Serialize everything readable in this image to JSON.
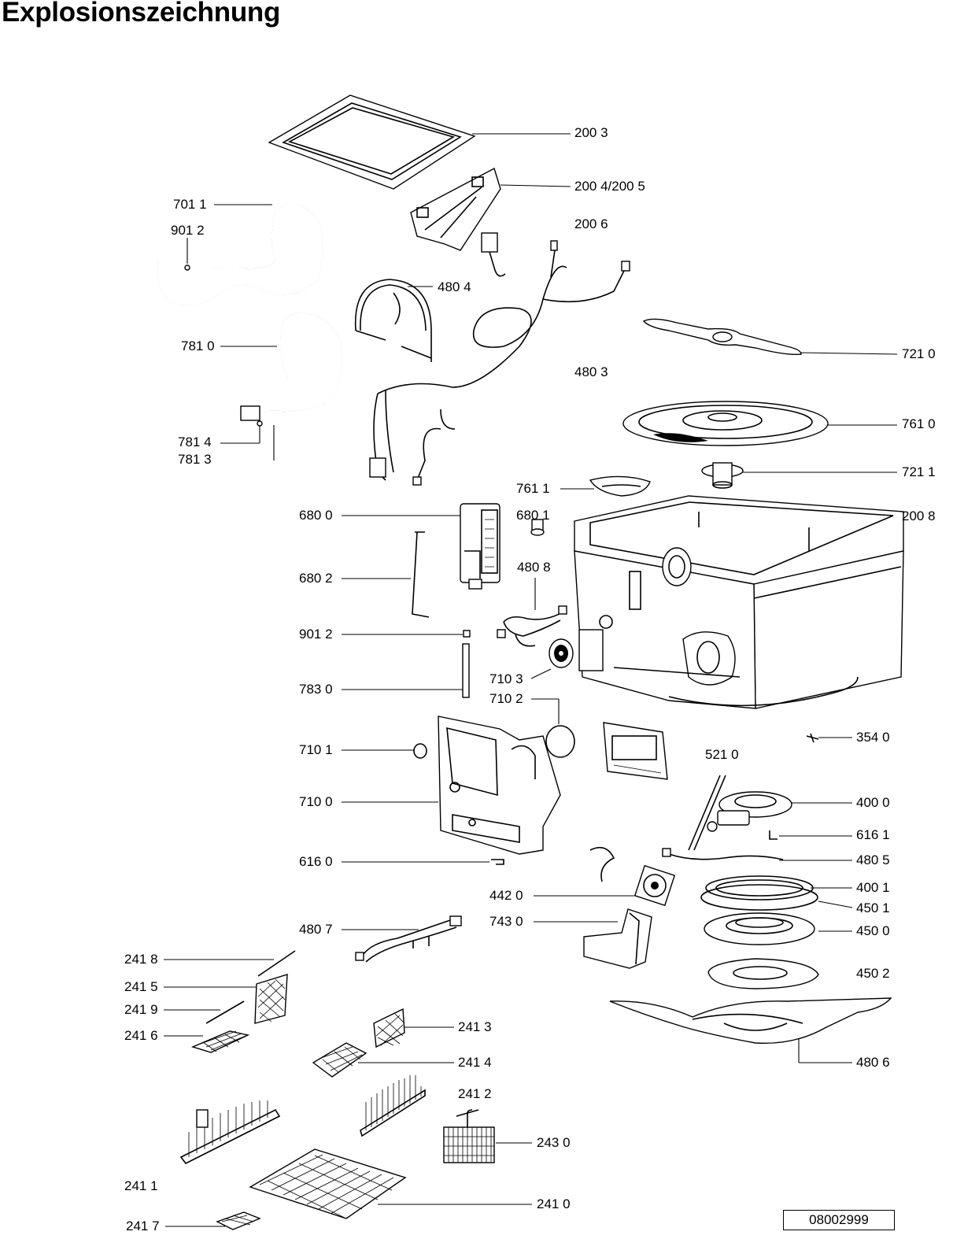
{
  "title": "Explosionszeichnung",
  "reference_number": "08002999",
  "labels": {
    "p2003": "200 3",
    "p2004": "200 4/200 5",
    "p2006": "200 6",
    "p7011": "701 1",
    "p9012a": "901 2",
    "p4804": "480 4",
    "p7810": "781 0",
    "p7210": "721 0",
    "p4803": "480 3",
    "p7610": "761 0",
    "p7814": "781 4",
    "p7813": "781 3",
    "p7211": "721 1",
    "p7611": "761 1",
    "p6801": "680 1",
    "p2008": "200 8",
    "p6800": "680 0",
    "p6802": "680 2",
    "p4808": "480 8",
    "p9012b": "901 2",
    "p7103": "710 3",
    "p7830": "783 0",
    "p7102": "710 2",
    "p3540": "354 0",
    "p7101": "710 1",
    "p5210": "521 0",
    "p7100": "710 0",
    "p4000": "400 0",
    "p6161": "616 1",
    "p4805": "480 5",
    "p6160": "616 0",
    "p4001": "400 1",
    "p4420": "442 0",
    "p4501": "450 1",
    "p7430": "743 0",
    "p4500": "450 0",
    "p4807": "480 7",
    "p2418": "241 8",
    "p4502": "450 2",
    "p2415": "241 5",
    "p2419": "241 9",
    "p2413": "241 3",
    "p2416": "241 6",
    "p2414": "241 4",
    "p4806": "480 6",
    "p2412": "241 2",
    "p2430": "243 0",
    "p2411": "241 1",
    "p2410": "241 0",
    "p2417": "241 7"
  }
}
